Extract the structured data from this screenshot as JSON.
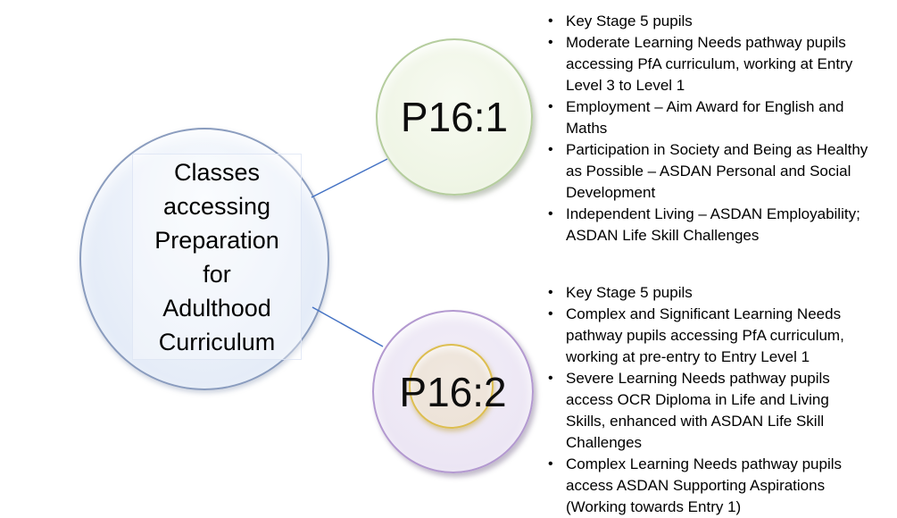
{
  "center_node": {
    "label": "Classes\naccessing\nPreparation\nfor\nAdulthood\nCurriculum"
  },
  "branches": [
    {
      "label": "P16:1",
      "bullets": [
        "Key Stage 5 pupils",
        "Moderate Learning Needs pathway pupils\naccessing PfA curriculum, working at Entry\nLevel 3 to Level 1",
        "Employment – Aim Award for English and\nMaths",
        "Participation in Society and Being as Healthy\nas Possible – ASDAN Personal and Social\nDevelopment",
        "Independent Living – ASDAN Employability;\nASDAN Life Skill Challenges"
      ]
    },
    {
      "label": "P16:2",
      "bullets": [
        "Key Stage 5 pupils",
        "Complex and Significant Learning Needs\npathway pupils accessing PfA curriculum,\nworking at pre-entry to Entry Level 1",
        "Severe Learning Needs pathway pupils\naccess OCR Diploma in Life and Living\nSkills, enhanced with ASDAN Life Skill\nChallenges",
        "Complex Learning Needs pathway pupils\naccess ASDAN Supporting Aspirations\n(Working towards Entry 1)"
      ]
    }
  ],
  "colors": {
    "connector": "#4472c4",
    "center_fill": "#e9eff9",
    "center_border": "#8a9cbe",
    "p16_1_fill": "#eff5e5",
    "p16_1_border": "#b5cd9e",
    "p16_2_outer_fill": "#ece6f4",
    "p16_2_outer_border": "#b399d0",
    "p16_2_inner_fill": "#ece1d6",
    "p16_2_inner_border": "#ddbe50",
    "text": "#000000"
  }
}
